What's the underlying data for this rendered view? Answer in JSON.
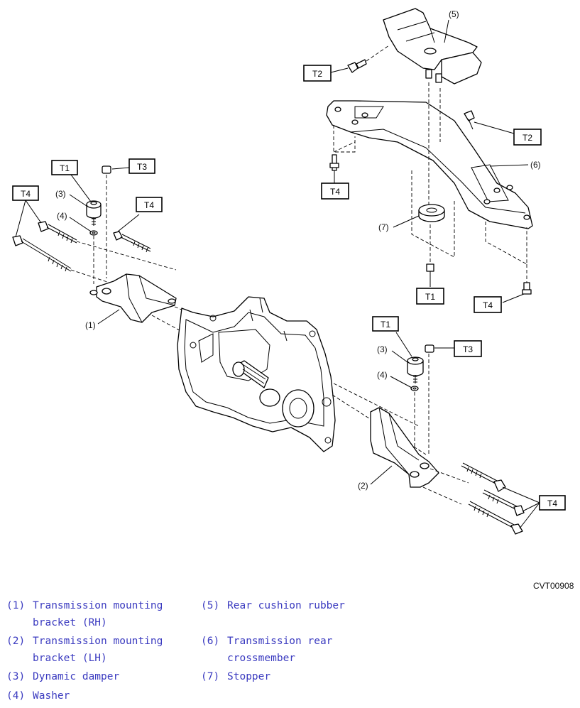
{
  "diagram": {
    "code": "CVT00908",
    "torque_labels": {
      "t1_a": "T1",
      "t3_a": "T3",
      "t4_a": "T4",
      "t4_b": "T4",
      "t2_a": "T2",
      "t2_b": "T2",
      "t4_c": "T4",
      "t1_b": "T1",
      "t4_d": "T4",
      "t1_c": "T1",
      "t3_b": "T3",
      "t4_e": "T4"
    },
    "callouts": {
      "c1": "(1)",
      "c2": "(2)",
      "c3_a": "(3)",
      "c4_a": "(4)",
      "c5": "(5)",
      "c6": "(6)",
      "c7": "(7)",
      "c3_b": "(3)",
      "c4_b": "(4)"
    }
  },
  "legend": [
    {
      "num": "(1)",
      "line1": "Transmission mounting",
      "line2": "bracket (RH)"
    },
    {
      "num": "(2)",
      "line1": "Transmission mounting",
      "line2": "bracket (LH)"
    },
    {
      "num": "(3)",
      "line1": "Dynamic damper",
      "line2": ""
    },
    {
      "num": "(4)",
      "line1": "Washer",
      "line2": ""
    },
    {
      "num": "(5)",
      "line1": "Rear cushion rubber",
      "line2": ""
    },
    {
      "num": "(6)",
      "line1": "Transmission rear",
      "line2": "crossmember"
    },
    {
      "num": "(7)",
      "line1": "Stopper",
      "line2": ""
    }
  ]
}
